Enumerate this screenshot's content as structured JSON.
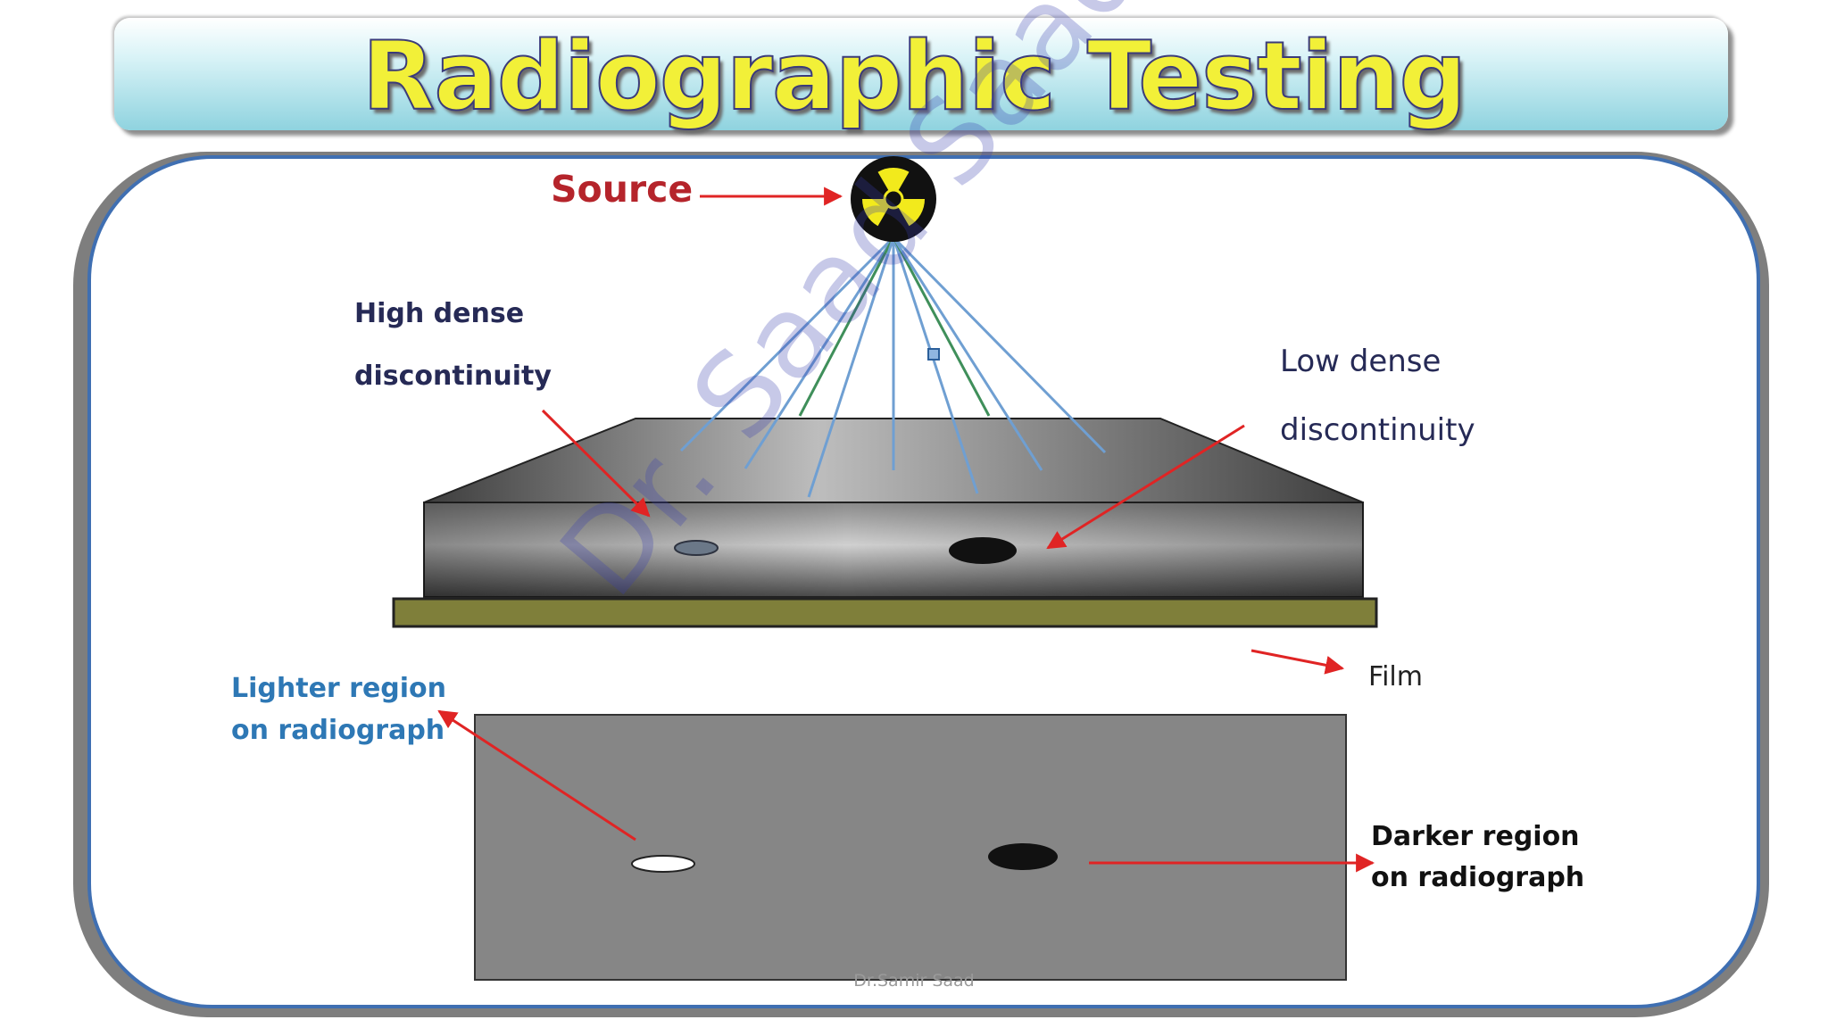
{
  "title": "Radiographic Testing",
  "labels": {
    "source": "Source",
    "high_dense_line1": "High dense",
    "high_dense_line2": "discontinuity",
    "low_dense_line1": "Low dense",
    "low_dense_line2": "discontinuity",
    "film": "Film",
    "lighter_line1": "Lighter region",
    "lighter_line2": "on radiograph",
    "darker_line1": "Darker region",
    "darker_line2": "on radiograph"
  },
  "watermark": "Dr. Saad Saad",
  "footer": "Dr.Samir Saad",
  "colors": {
    "title_fill": "#f2f038",
    "source_label": "#b5242b",
    "dark_label": "#262a56",
    "blue_label": "#2e78b5",
    "arrow": "#e02424",
    "film": "#7f7f3a",
    "radiograph": "#868686",
    "frame_border": "#3f6fb2"
  },
  "icons": {
    "source": "radiation-trefoil-icon"
  }
}
